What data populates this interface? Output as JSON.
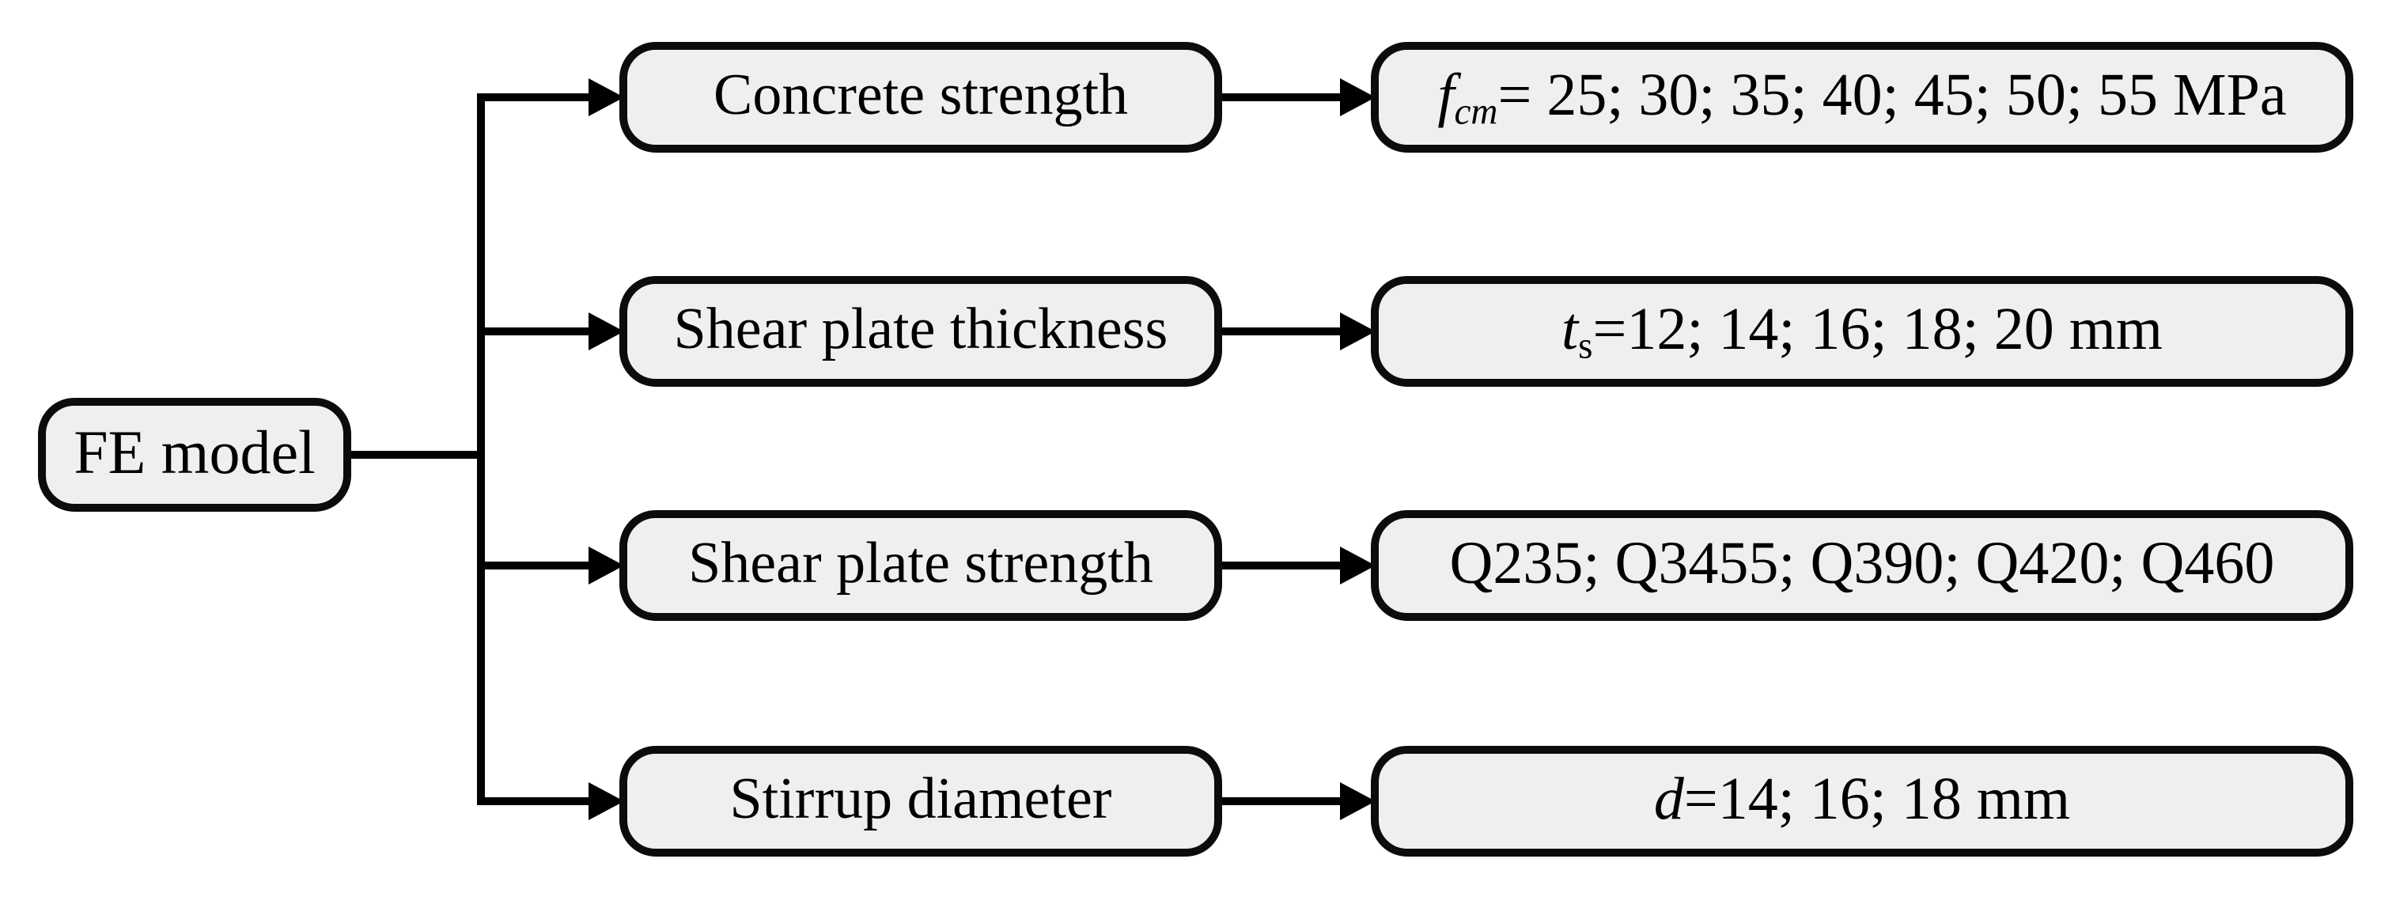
{
  "root": {
    "label": "FE model"
  },
  "rows": [
    {
      "category": "Concrete strength",
      "value": {
        "lead": "f",
        "sub": "cm",
        "rest": "= 25; 30; 35; 40; 45; 50; 55 MPa"
      }
    },
    {
      "category": "Shear plate thickness",
      "value": {
        "lead": "t",
        "sub": "s",
        "rest": "=12; 14; 16; 18; 20 mm"
      }
    },
    {
      "category": "Shear plate strength",
      "value": {
        "lead": "",
        "sub": "",
        "rest": "Q235; Q3455; Q390; Q420; Q460"
      }
    },
    {
      "category": "Stirrup diameter",
      "value": {
        "lead": "d",
        "sub": "",
        "rest": "=14; 16; 18 mm"
      }
    }
  ],
  "colors": {
    "box_fill": "#efefef",
    "box_border": "#0c0c0c",
    "connector": "#000000",
    "background": "#ffffff"
  }
}
